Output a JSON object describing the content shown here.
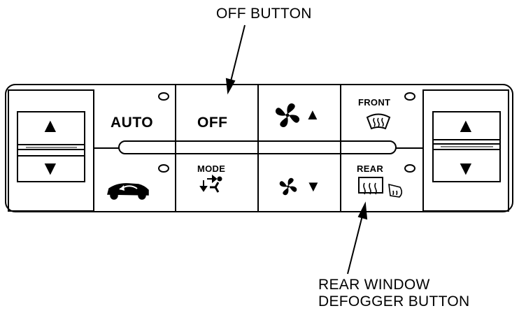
{
  "callouts": {
    "off_button": "OFF BUTTON",
    "rear_defogger_line1": "REAR WINDOW",
    "rear_defogger_line2": "DEFOGGER BUTTON"
  },
  "buttons": {
    "auto": "AUTO",
    "off": "OFF",
    "front": "FRONT",
    "mode": "MODE",
    "rear": "REAR"
  },
  "glyphs": {
    "up": "▲",
    "down": "▼"
  },
  "icons": [
    "fan-speed-up-icon",
    "fan-speed-down-icon",
    "front-defrost-icon",
    "rear-defogger-icon",
    "recirculation-car-icon",
    "mode-vent-icon",
    "mirror-defrost-icon",
    "indicator-light-icon"
  ]
}
